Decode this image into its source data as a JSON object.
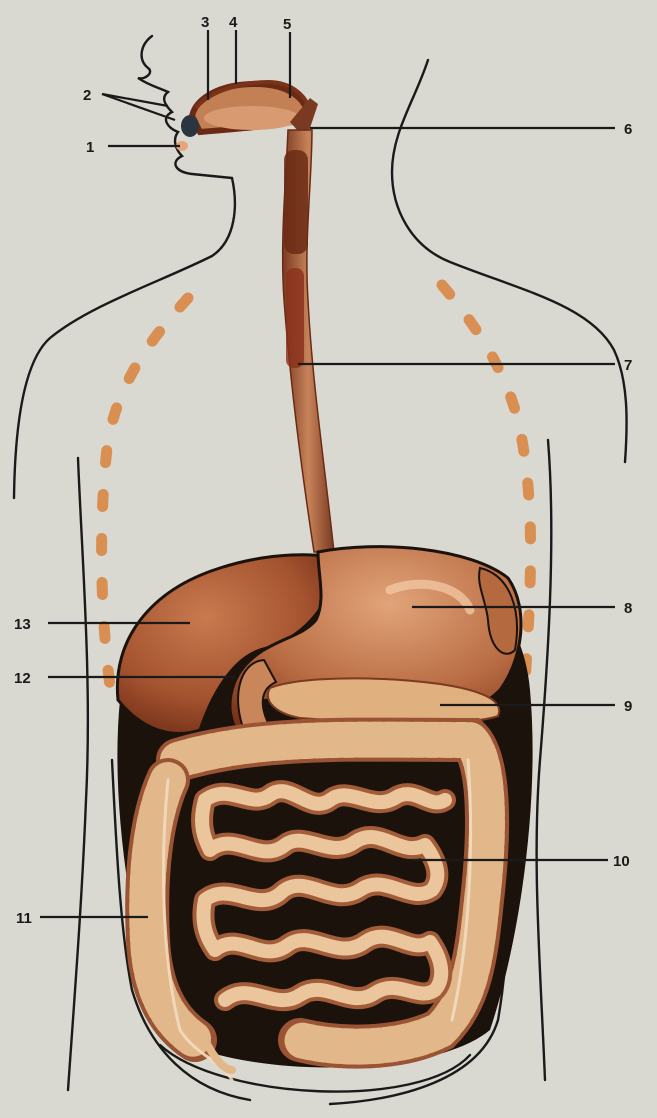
{
  "labels": [
    {
      "key": "1",
      "text": "1"
    },
    {
      "key": "2",
      "text": "2"
    },
    {
      "key": "3",
      "text": "3"
    },
    {
      "key": "4",
      "text": "4"
    },
    {
      "key": "5",
      "text": "5"
    },
    {
      "key": "6",
      "text": "6"
    },
    {
      "key": "7",
      "text": "7"
    },
    {
      "key": "8",
      "text": "8"
    },
    {
      "key": "9",
      "text": "9"
    },
    {
      "key": "10",
      "text": "10"
    },
    {
      "key": "11",
      "text": "11"
    },
    {
      "key": "12",
      "text": "12"
    },
    {
      "key": "13",
      "text": "13"
    }
  ],
  "colors": {
    "background": "#d9d9d2",
    "outline": "#1a1a1a",
    "organ": "#b5613a",
    "organ_dark": "#6b2a14",
    "organ_light": "#e7b98f",
    "cavity": "#1c120c",
    "dashes": "#d98f52"
  }
}
